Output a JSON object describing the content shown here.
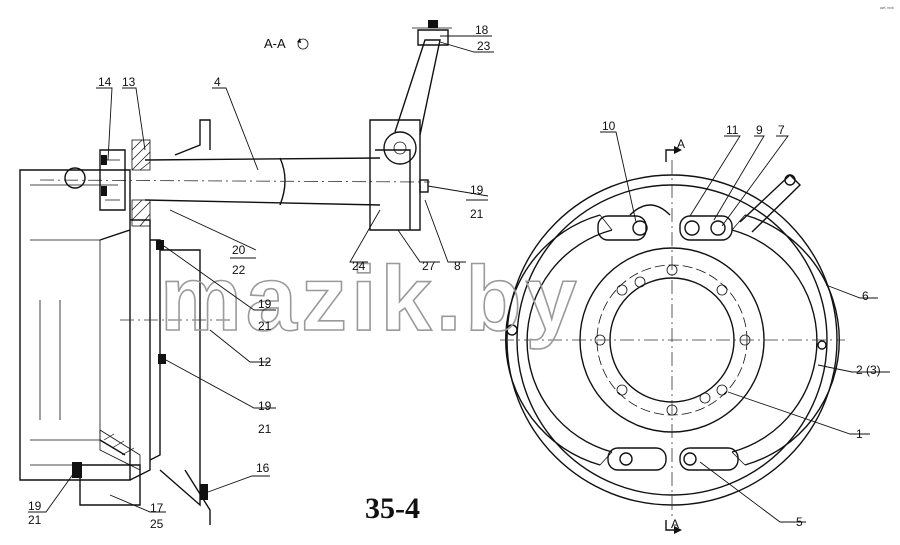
{
  "section_label": "A-A",
  "figure_number": "35-4",
  "watermark": "mazik.by",
  "corner_mark": "ᵃᶻᴷ ᵐᵒᵇ",
  "section_marks": {
    "top": "A",
    "bottom": "A"
  },
  "callouts": {
    "c14": "14",
    "c13": "13",
    "c4": "4",
    "c18": "18",
    "c23": "23",
    "c19a": "19",
    "c21a": "21",
    "c20": "20",
    "c22": "22",
    "c24": "24",
    "c27": "27",
    "c8": "8",
    "c19b": "19",
    "c21b": "21",
    "c12": "12",
    "c19c": "19",
    "c21c": "21",
    "c16": "16",
    "c19d": "19",
    "c21d": "21",
    "c17": "17",
    "c25": "25",
    "c10": "10",
    "c11": "11",
    "c9": "9",
    "c7": "7",
    "c6": "6",
    "c2": "2 (3)",
    "c1": "1",
    "c5": "5"
  }
}
